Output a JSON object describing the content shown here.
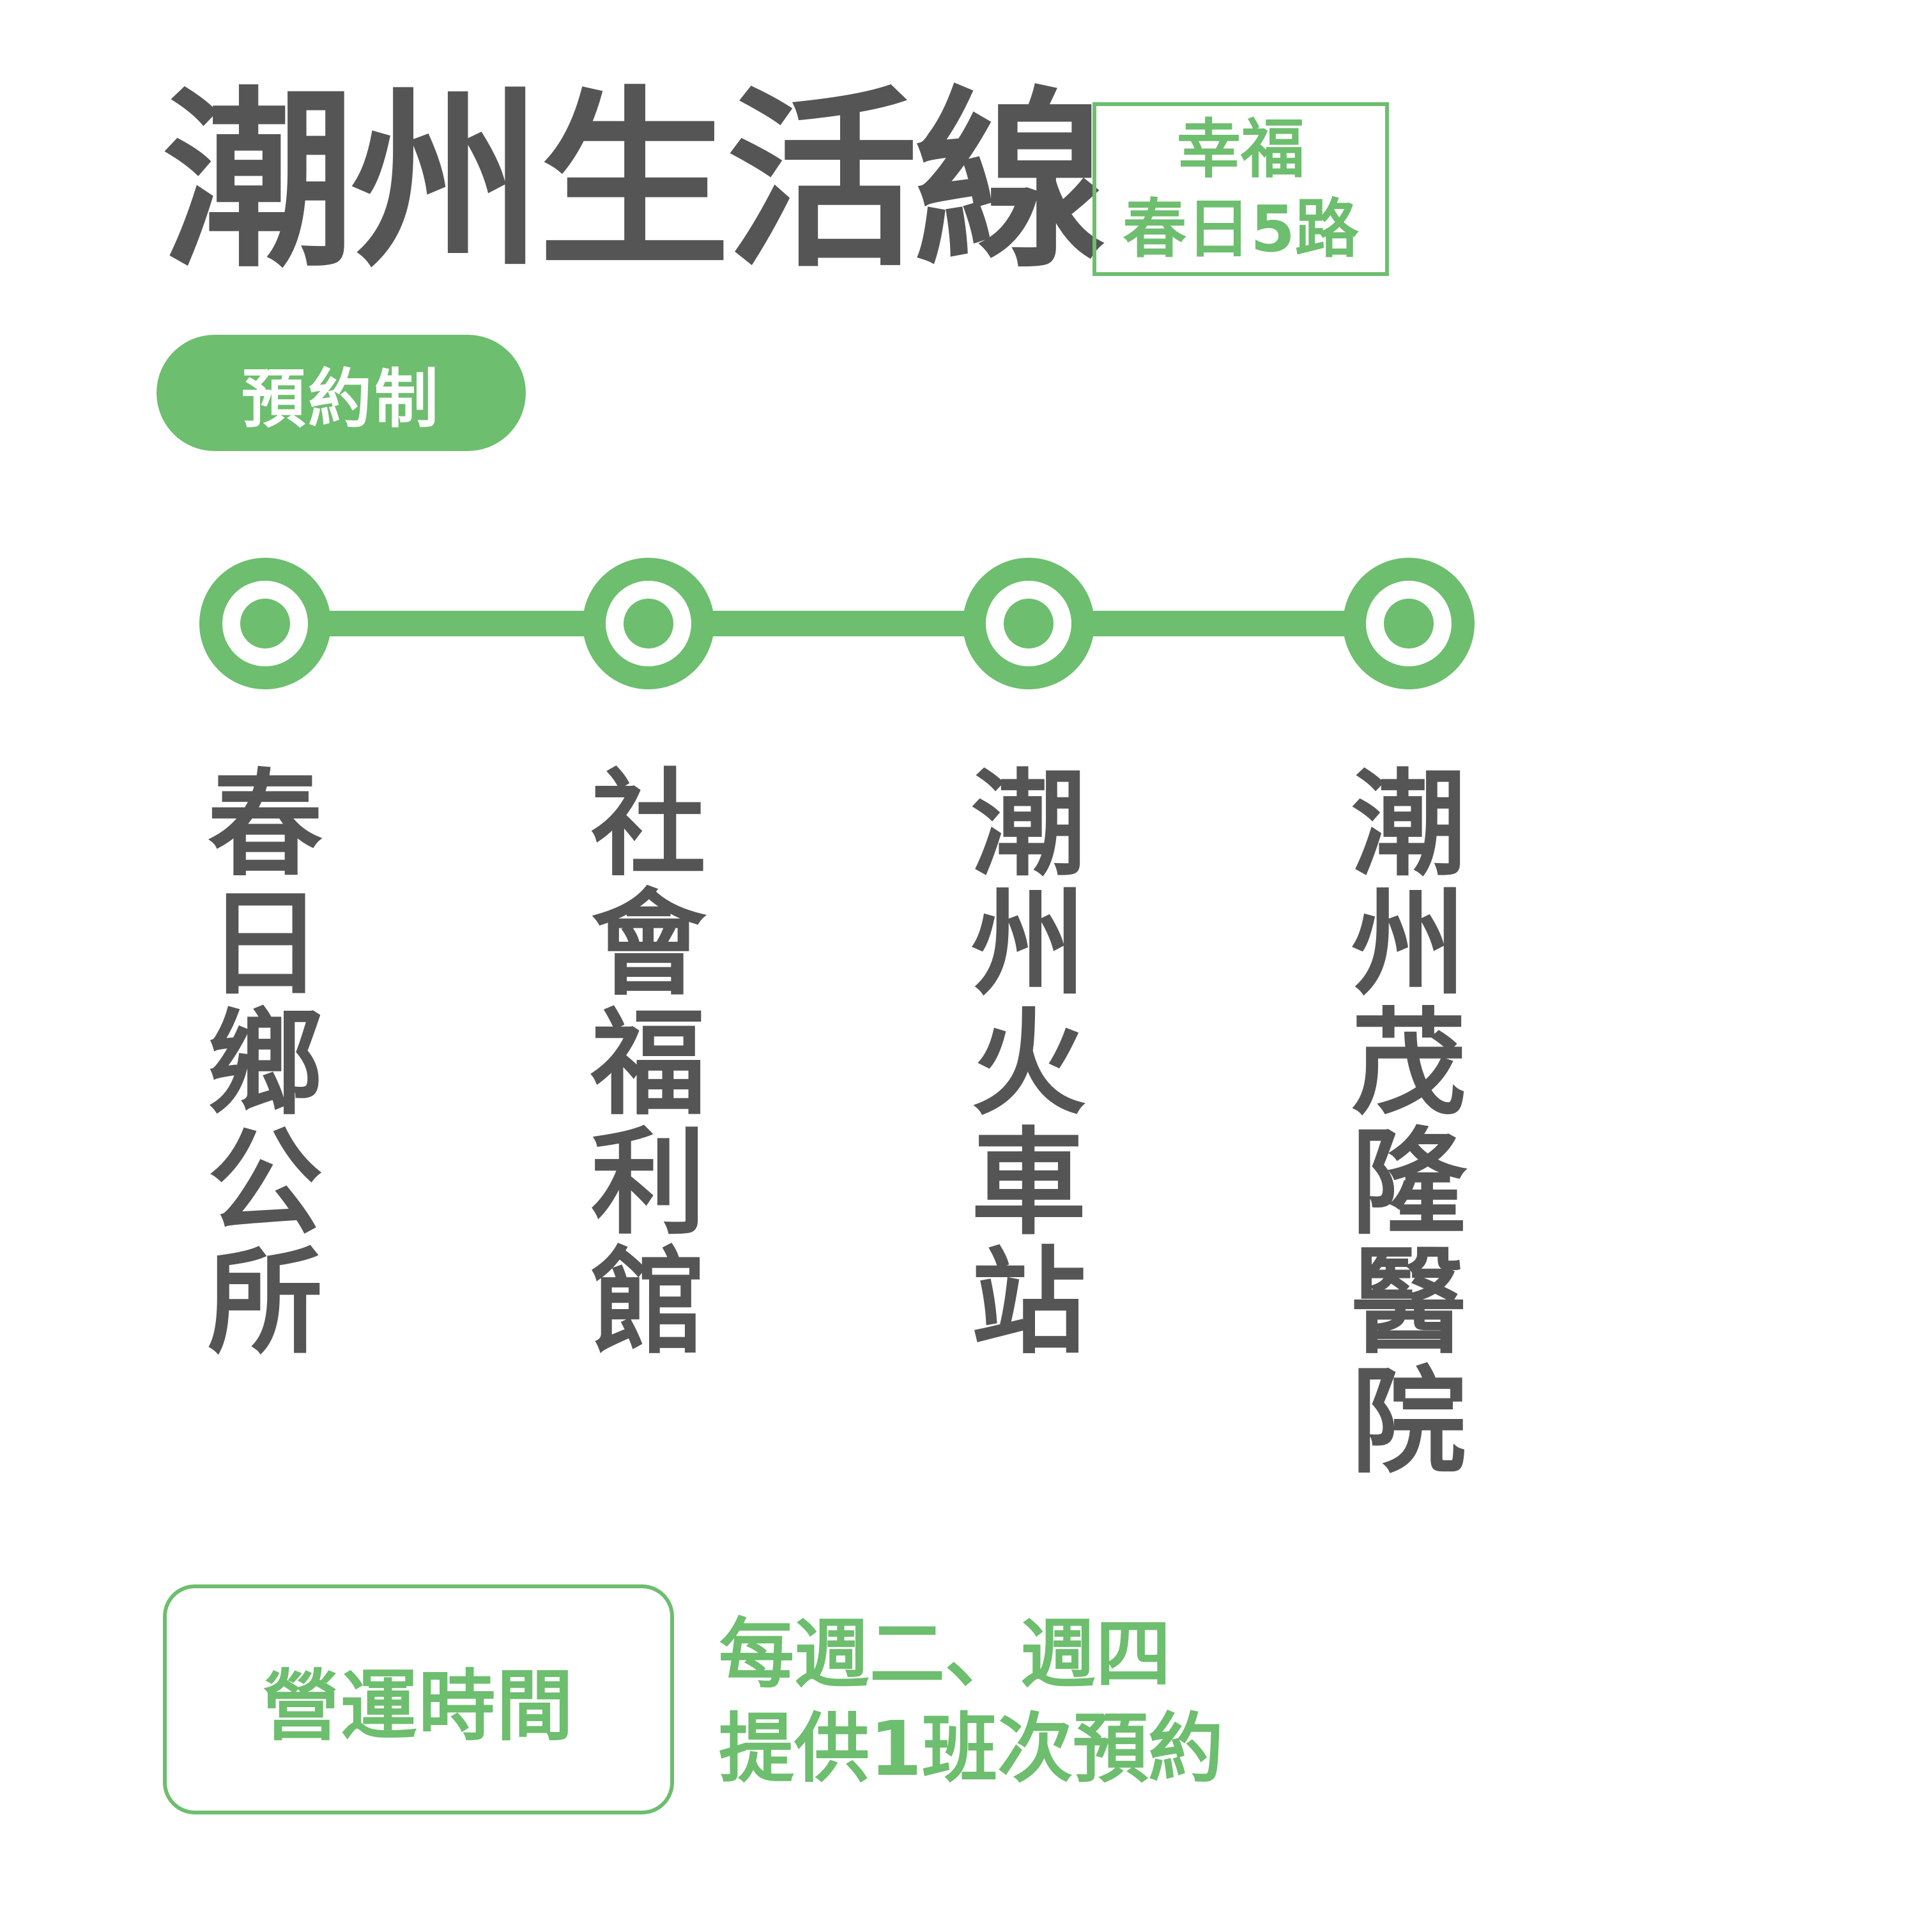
{
  "header": {
    "title": "潮州生活線",
    "route_badge": {
      "line1": "幸福",
      "line2": "春日5路"
    },
    "service_tag": "預約制"
  },
  "route": {
    "stops": [
      {
        "name": [
          "春",
          "日",
          "鄉",
          "公",
          "所"
        ]
      },
      {
        "name": [
          "社",
          "會",
          "福",
          "利",
          "館"
        ]
      },
      {
        "name": [
          "潮",
          "州",
          "火",
          "車",
          "站"
        ]
      },
      {
        "name": [
          "潮",
          "州",
          "茂",
          "隆",
          "醫",
          "院"
        ]
      }
    ]
  },
  "operating": {
    "label": "營運時間",
    "line1": "每週二、週四",
    "line2": "提供1班次預約"
  },
  "colors": {
    "accent": "#6dbe6e",
    "text": "#555555",
    "background": "#ffffff"
  },
  "icons": {
    "stop_marker": "ring-dot-icon"
  }
}
